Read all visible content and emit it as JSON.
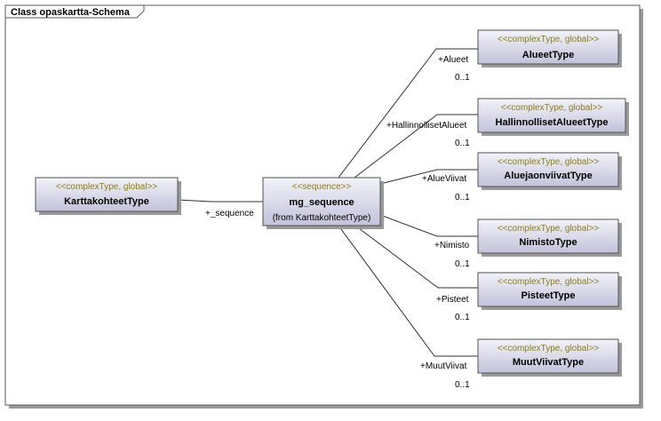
{
  "frame": {
    "title": "Class opaskartta-Schema"
  },
  "root_class": {
    "stereotype": "<<complexType, global>>",
    "name": "KarttakohteetType"
  },
  "sequence_node": {
    "stereotype": "<<sequence>>",
    "name": "mg_sequence",
    "from": "(from KarttakohteetType)"
  },
  "root_link": {
    "role": "+_sequence"
  },
  "children": [
    {
      "stereotype": "<<complexType, global>>",
      "name": "AlueetType",
      "role": "+Alueet",
      "multiplicity": "0..1"
    },
    {
      "stereotype": "<<complexType, global>>",
      "name": "HallinnollisetAlueetType",
      "role": "+HallinnollisetAlueet",
      "multiplicity": "0..1"
    },
    {
      "stereotype": "<<complexType, global>>",
      "name": "AluejaonviivatType",
      "role": "+AlueViivat",
      "multiplicity": "0..1"
    },
    {
      "stereotype": "<<complexType, global>>",
      "name": "NimistoType",
      "role": "+Nimisto",
      "multiplicity": "0..1"
    },
    {
      "stereotype": "<<complexType, global>>",
      "name": "PisteetType",
      "role": "+Pisteet",
      "multiplicity": "0..1"
    },
    {
      "stereotype": "<<complexType, global>>",
      "name": "MuutViivatType",
      "role": "+MuutViivat",
      "multiplicity": "0..1"
    }
  ],
  "colors": {
    "box_fill_top": "#f0f0f8",
    "box_fill_bottom": "#c0c0d8",
    "stereotype_text": "#8b7d1a",
    "border": "#505050",
    "shadow": "#a8a8a8"
  }
}
